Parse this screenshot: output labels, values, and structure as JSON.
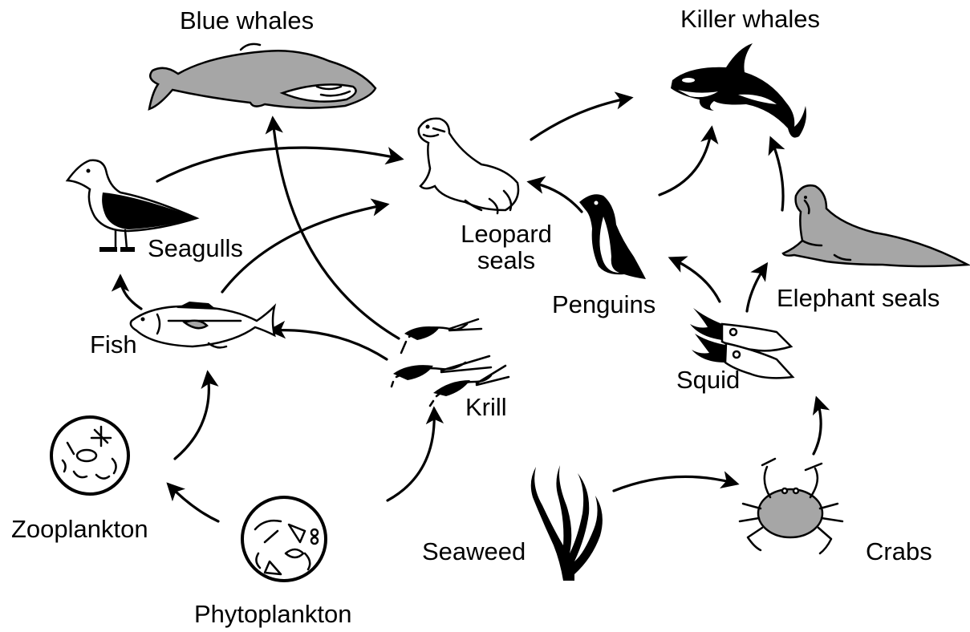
{
  "organisms": {
    "blue_whales": "Blue whales",
    "killer_whales": "Killer whales",
    "leopard_seals_line1": "Leopard",
    "leopard_seals_line2": "seals",
    "seagulls": "Seagulls",
    "penguins": "Penguins",
    "elephant_seals": "Elephant seals",
    "fish": "Fish",
    "squid": "Squid",
    "krill": "Krill",
    "zooplankton": "Zooplankton",
    "phytoplankton": "Phytoplankton",
    "seaweed": "Seaweed",
    "crabs": "Crabs"
  },
  "links": [
    {
      "from": "Phytoplankton",
      "to": "Zooplankton"
    },
    {
      "from": "Phytoplankton",
      "to": "Krill"
    },
    {
      "from": "Zooplankton",
      "to": "Fish"
    },
    {
      "from": "Krill",
      "to": "Fish"
    },
    {
      "from": "Krill",
      "to": "Blue whales"
    },
    {
      "from": "Fish",
      "to": "Seagulls"
    },
    {
      "from": "Fish",
      "to": "Leopard seals"
    },
    {
      "from": "Seagulls",
      "to": "Leopard seals"
    },
    {
      "from": "Penguins",
      "to": "Leopard seals"
    },
    {
      "from": "Leopard seals",
      "to": "Killer whales"
    },
    {
      "from": "Penguins",
      "to": "Killer whales"
    },
    {
      "from": "Elephant seals",
      "to": "Killer whales"
    },
    {
      "from": "Squid",
      "to": "Penguins"
    },
    {
      "from": "Squid",
      "to": "Elephant seals"
    },
    {
      "from": "Crabs",
      "to": "Squid"
    },
    {
      "from": "Seaweed",
      "to": "Crabs"
    }
  ]
}
